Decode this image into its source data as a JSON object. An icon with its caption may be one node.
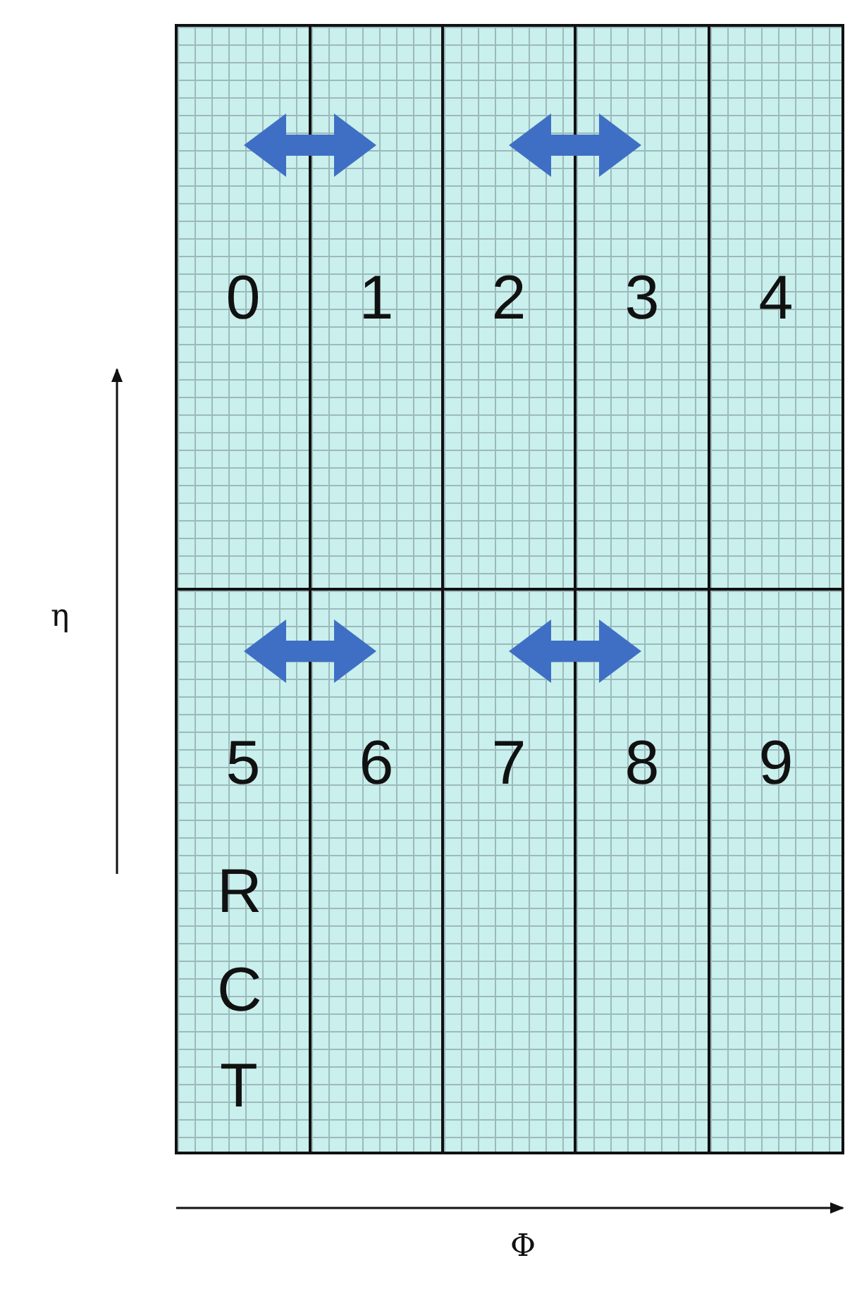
{
  "diagram": {
    "nodes": [
      {
        "text": [
          "0"
        ]
      },
      {
        "text": [
          "1"
        ]
      },
      {
        "text": [
          "2"
        ]
      },
      {
        "text": [
          "3"
        ]
      },
      {
        "text": [
          "4"
        ]
      },
      {
        "text": [
          "5"
        ]
      },
      {
        "text": [
          "6"
        ]
      },
      {
        "text": [
          "7"
        ]
      },
      {
        "text": [
          "8"
        ]
      },
      {
        "text": [
          "9"
        ]
      }
    ],
    "edges": [
      {
        "from": 0,
        "to": 1,
        "arrow": "both"
      },
      {
        "from": 2,
        "to": 3,
        "arrow": "both"
      },
      {
        "from": 5,
        "to": 6,
        "arrow": "both"
      },
      {
        "from": 7,
        "to": 8,
        "arrow": "both"
      }
    ],
    "labels": [
      "η",
      "R",
      "C",
      "T",
      "Φ"
    ]
  }
}
